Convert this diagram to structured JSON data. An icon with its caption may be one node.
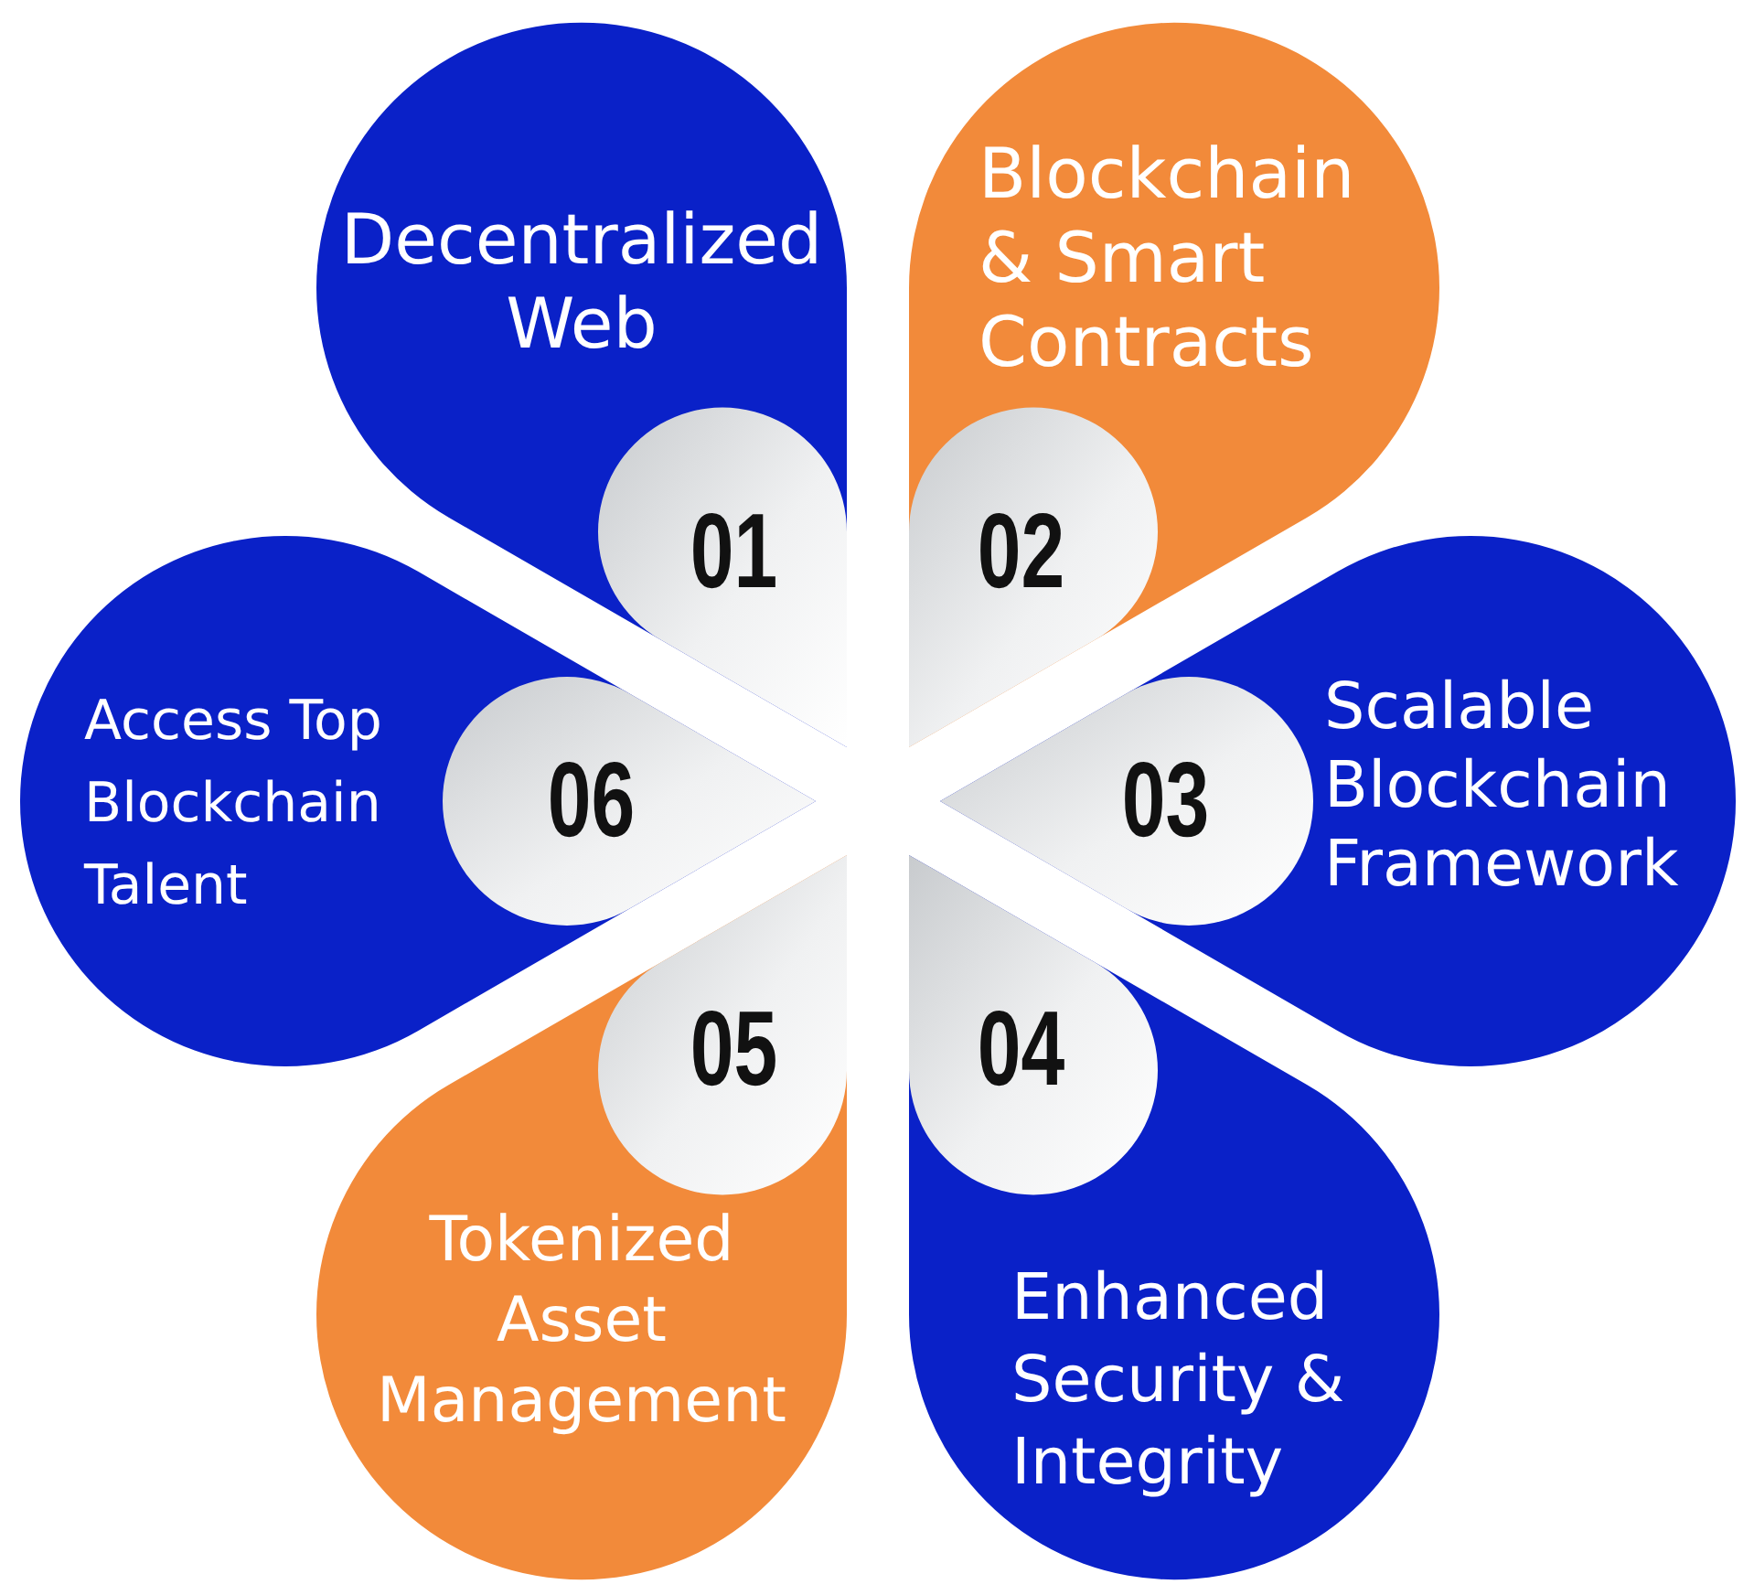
{
  "diagram": {
    "nodes": [
      {
        "text": [
          "Decentralized Web"
        ]
      },
      {
        "text": [
          "01"
        ],
        "in": 0
      },
      {
        "text": [
          "Blockchain & Smart Contracts"
        ]
      },
      {
        "text": [
          "02"
        ],
        "in": 2
      },
      {
        "text": [
          "Scalable Blockchain Framework"
        ]
      },
      {
        "text": [
          "03"
        ],
        "in": 4
      },
      {
        "text": [
          "Enhanced Security & Integrity"
        ]
      },
      {
        "text": [
          "04"
        ],
        "in": 6
      },
      {
        "text": [
          "Tokenized Asset Management"
        ]
      },
      {
        "text": [
          "05"
        ],
        "in": 8
      },
      {
        "text": [
          "Access Top Blockchain Talent"
        ]
      },
      {
        "text": [
          "06"
        ],
        "in": 10
      }
    ]
  }
}
